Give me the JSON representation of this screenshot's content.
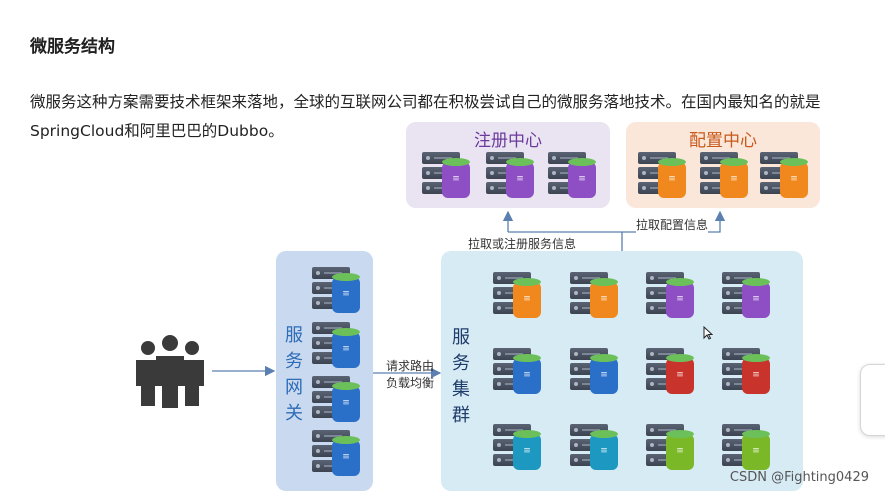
{
  "heading": "微服务结构",
  "paragraph": "微服务这种方案需要技术框架来落地，全球的互联网公司都在积极尝试自己的微服务落地技术。在国内最知名的就是SpringCloud和阿里巴巴的Dubbo。",
  "diagram": {
    "registry_title": "注册中心",
    "config_title": "配置中心",
    "pull_register_label": "拉取或注册服务信息",
    "pull_config_label": "拉取配置信息",
    "gateway_label_chars": [
      "服",
      "务",
      "网",
      "关"
    ],
    "cluster_label_chars": [
      "服",
      "务",
      "集",
      "群"
    ],
    "route_label_line1": "请求路由",
    "route_label_line2": "负载均衡"
  },
  "watermark": "CSDN @Fighting0429",
  "colors": {
    "registry_box": "#e9e3f2",
    "config_box": "#fbe6da",
    "gateway_box": "#c9d9ef",
    "cluster_box": "#d7ebf5",
    "registry_title": "#6c3a9c",
    "config_title": "#c8591a",
    "gateway_label": "#2e6cb8",
    "cluster_label": "#1f3d6b"
  }
}
